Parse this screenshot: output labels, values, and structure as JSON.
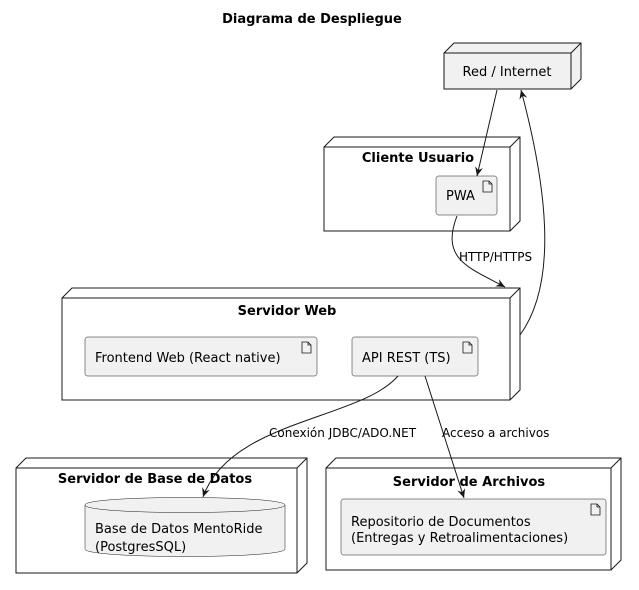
{
  "diagram": {
    "title": "Diagrama de Despliegue",
    "nodes": {
      "internet": {
        "label": "Red / Internet"
      },
      "cliente": {
        "title": "Cliente Usuario",
        "pwa": "PWA"
      },
      "web": {
        "title": "Servidor Web",
        "frontend": "Frontend Web (React native)",
        "api": "API REST (TS)"
      },
      "db": {
        "title": "Servidor de Base de Datos",
        "db_line1": "Base de Datos MentoRide",
        "db_line2": "(PostgresSQL)"
      },
      "files": {
        "title": "Servidor de Archivos",
        "repo_line1": "Repositorio de Documentos",
        "repo_line2": "(Entregas y Retroalimentaciones)"
      }
    },
    "edges": {
      "http": "HTTP/HTTPS",
      "jdbc": "Conexión JDBC/ADO.NET",
      "files": "Acceso a archivos"
    },
    "colors": {
      "fill": "#f1f1f1",
      "stroke": "#181818",
      "node_bg": "#ffffff"
    }
  }
}
